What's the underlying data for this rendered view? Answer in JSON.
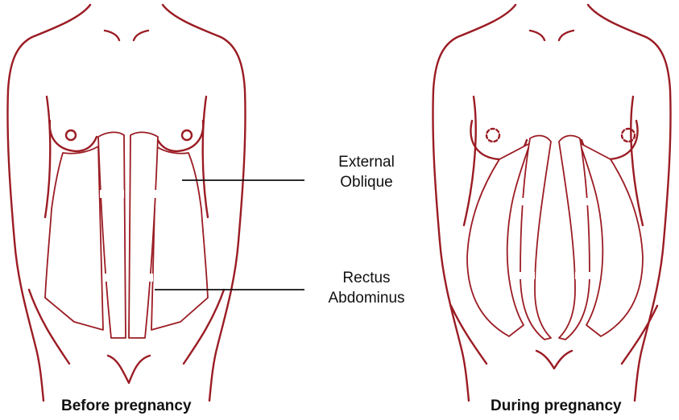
{
  "labels": {
    "external_oblique": [
      "External",
      "Oblique"
    ],
    "rectus_abdominus": [
      "Rectus",
      "Abdominus"
    ]
  },
  "captions": {
    "before": "Before pregnancy",
    "during": "During pregnancy"
  },
  "colors": {
    "outline": "#9b1c24",
    "text": "#111111"
  }
}
